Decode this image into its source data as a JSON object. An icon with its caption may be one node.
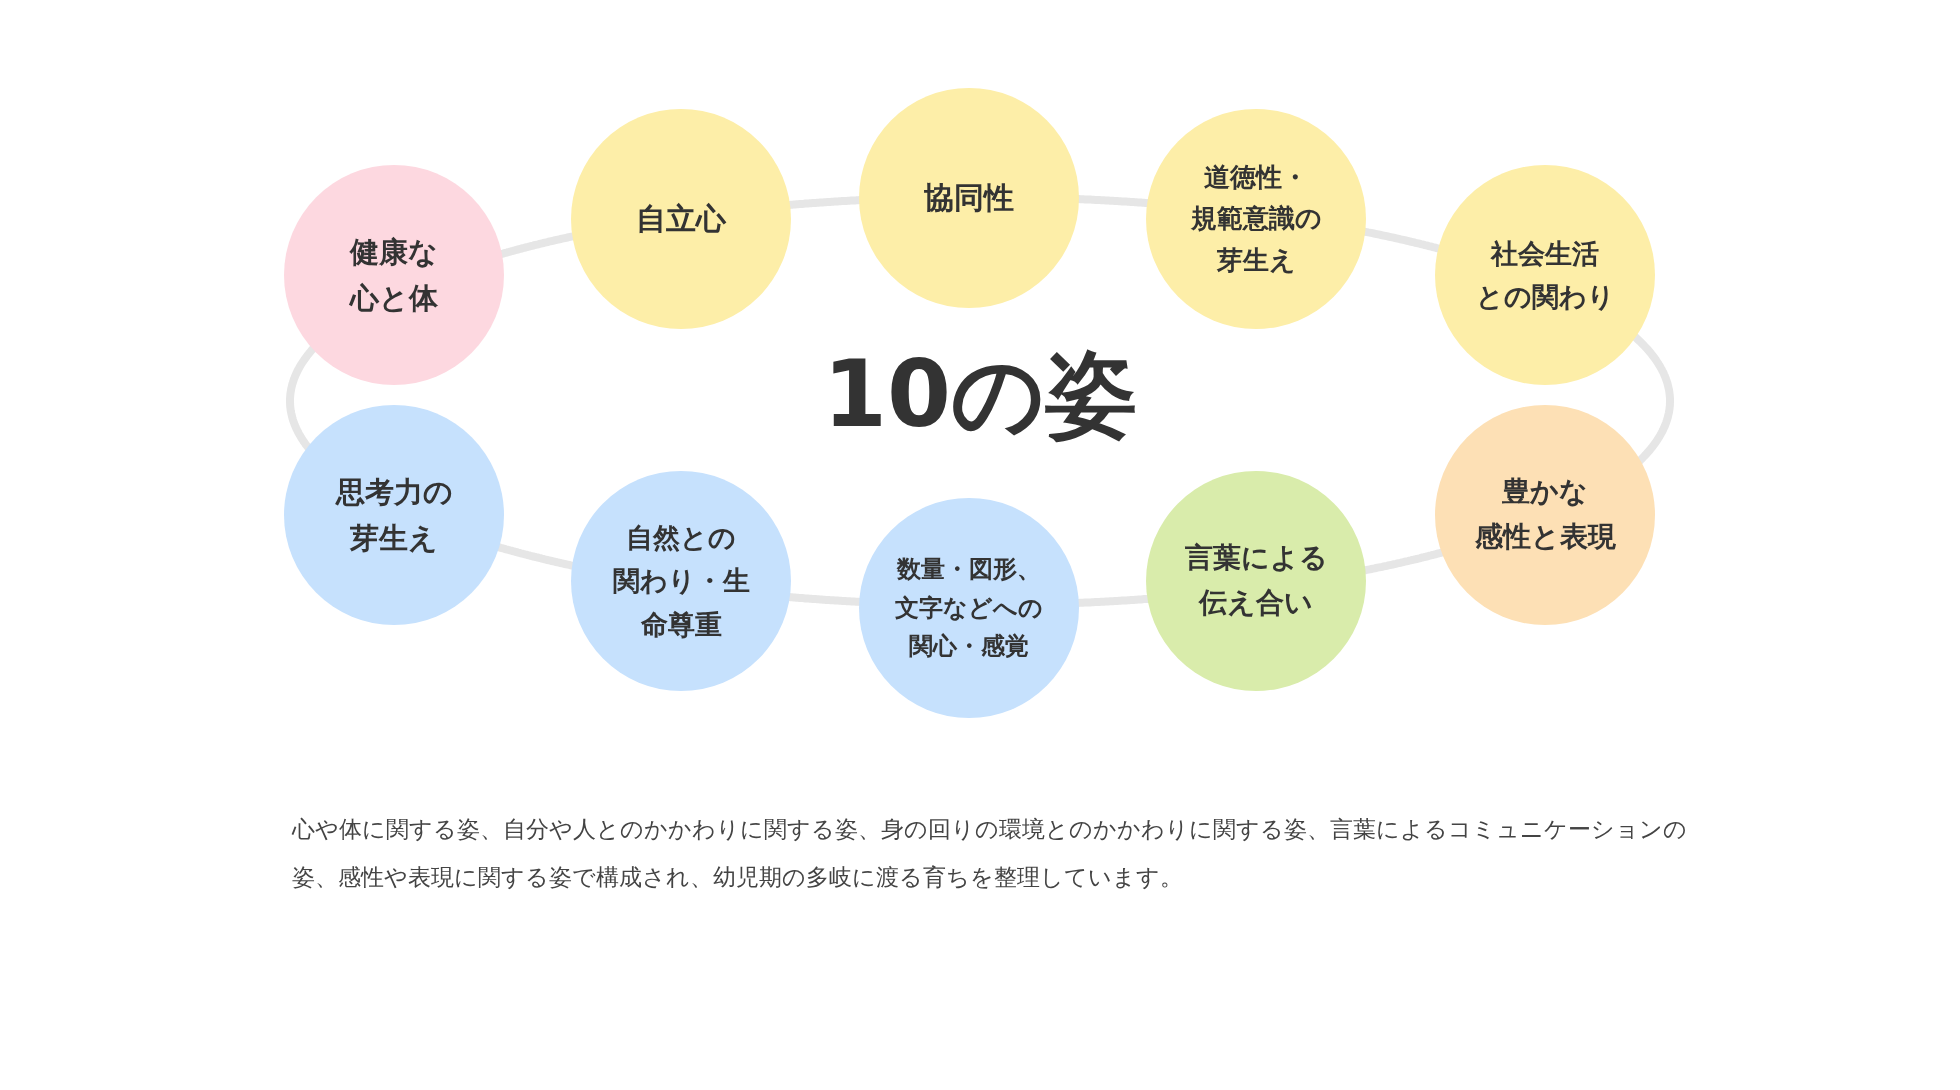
{
  "diagram": {
    "title": "10の姿",
    "caption": "心や体に関する姿、自分や人とのかかわりに関する姿、身の回りの環境とのかかわりに関する姿、言葉によるコミュニケーションの姿、感性や表現に関する姿で構成され、幼児期の多岐に渡る育ちを整理しています。",
    "nodes": [
      {
        "text": [
          "健康な心と体"
        ]
      },
      {
        "text": [
          "自立心"
        ]
      },
      {
        "text": [
          "協同性"
        ]
      },
      {
        "text": [
          "道徳性・規範意識の芽生え"
        ]
      },
      {
        "text": [
          "社会生活との関わり"
        ]
      },
      {
        "text": [
          "思考力の芽生え"
        ]
      },
      {
        "text": [
          "自然との関わり・生命尊重"
        ]
      },
      {
        "text": [
          "数量・図形、文字などへの関心・感覚"
        ]
      },
      {
        "text": [
          "言葉による伝え合い"
        ]
      },
      {
        "text": [
          "豊かな感性と表現"
        ]
      }
    ],
    "edges": [
      {
        "from": 0,
        "to": 1,
        "arrow": "none"
      },
      {
        "from": 1,
        "to": 2,
        "arrow": "none"
      },
      {
        "from": 2,
        "to": 3,
        "arrow": "none"
      },
      {
        "from": 3,
        "to": 4,
        "arrow": "none"
      },
      {
        "from": 4,
        "to": 9,
        "arrow": "none"
      },
      {
        "from": 9,
        "to": 8,
        "arrow": "none"
      },
      {
        "from": 8,
        "to": 7,
        "arrow": "none"
      },
      {
        "from": 7,
        "to": 6,
        "arrow": "none"
      },
      {
        "from": 6,
        "to": 5,
        "arrow": "none"
      },
      {
        "from": 5,
        "to": 0,
        "arrow": "none"
      }
    ]
  }
}
